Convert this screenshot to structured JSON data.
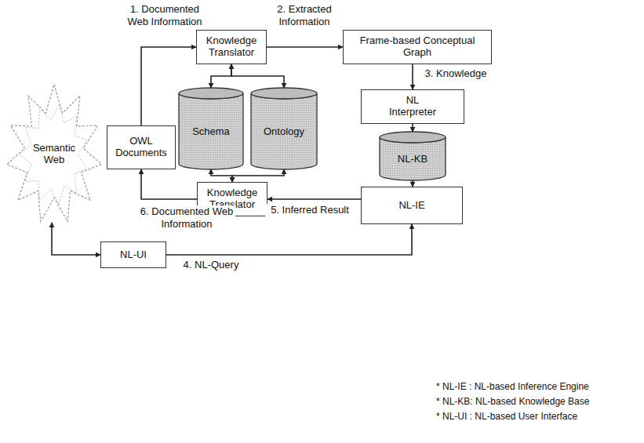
{
  "diagram": {
    "nodes": [
      {
        "text": [
          "Semantic Web"
        ]
      },
      {
        "text": [
          "OWL Documents"
        ]
      },
      {
        "text": [
          "Knowledge Translator"
        ]
      },
      {
        "text": [
          "Schema"
        ]
      },
      {
        "text": [
          "Ontology"
        ]
      },
      {
        "text": [
          "Frame-based Conceptual Graph"
        ]
      },
      {
        "text": [
          "NL Interpreter"
        ]
      },
      {
        "text": [
          "NL-KB"
        ]
      },
      {
        "text": [
          "Knowledge Translator"
        ]
      },
      {
        "text": [
          "NL-IE"
        ]
      },
      {
        "text": [
          "NL-UI"
        ]
      }
    ],
    "edges": [
      {
        "from": 1,
        "to": 2,
        "arrow": "to",
        "label": "1. Documented Web Information"
      },
      {
        "from": 2,
        "to": 5,
        "arrow": "to",
        "label": "2. Extracted Information"
      },
      {
        "from": 5,
        "to": 6,
        "arrow": "to",
        "label": "3. Knowledge"
      },
      {
        "from": 6,
        "to": 7,
        "arrow": "to"
      },
      {
        "from": 7,
        "to": 9,
        "arrow": "to"
      },
      {
        "from": 10,
        "to": 9,
        "arrow": "to",
        "label": "4. NL-Query"
      },
      {
        "from": 9,
        "to": 8,
        "arrow": "to",
        "label": "5. Inferred Result"
      },
      {
        "from": 8,
        "to": 1,
        "arrow": "to",
        "label": "6. Documented Web Information"
      },
      {
        "from": 2,
        "to": 3,
        "arrow": "both"
      },
      {
        "from": 2,
        "to": 4,
        "arrow": "both"
      },
      {
        "from": 3,
        "to": 8,
        "arrow": "both"
      },
      {
        "from": 4,
        "to": 8,
        "arrow": "both"
      },
      {
        "from": 0,
        "to": 10,
        "arrow": "both"
      }
    ],
    "labels": [
      "* NL-IE : NL-based Inference Engine",
      "* NL-KB: NL-based Knowledge Base",
      "* NL-UI : NL-based User Interface"
    ]
  }
}
